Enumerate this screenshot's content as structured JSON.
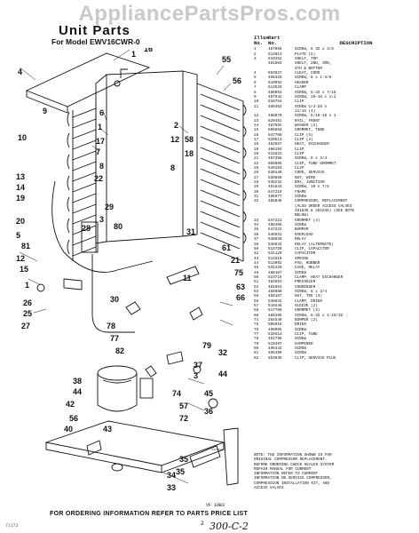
{
  "watermark": "AppliancePartsPros.com",
  "title": "Unit Parts",
  "model": "For Model EWV16CWR-0",
  "table": {
    "head": {
      "illus": "Illus.",
      "no": "No.",
      "part": "Part",
      "part_no": "No.",
      "desc": "DESCRIPTION"
    },
    "rows": [
      [
        "1",
        "487969",
        "SCREW, 8 32 x 3/8"
      ],
      [
        "2",
        "513614",
        "PLATE (5)"
      ],
      [
        "3",
        "519252",
        "SHELF, TOP"
      ],
      [
        "",
        "481804",
        "SHELF, 2ND, 3RD,"
      ],
      [
        "",
        "",
        "4TH & BOTTOM"
      ],
      [
        "4",
        "653037",
        "CLEAT, CORD"
      ],
      [
        "5",
        "488325",
        "SCREW, 8 x 1-3/8"
      ],
      [
        "6",
        "510992",
        "HEADER"
      ],
      [
        "7",
        "513529",
        "CLAMP"
      ],
      [
        "8",
        "488054",
        "SCREW, 8-32 x 7/16"
      ],
      [
        "9",
        "487942",
        "SCREW, 10-16 x 1/2"
      ],
      [
        "10",
        "510754",
        "CLIP"
      ],
      [
        "11",
        "488402",
        "SCREW 1/4-28 x"
      ],
      [
        "",
        "",
        "11/16 (4)"
      ],
      [
        "12",
        "488870",
        "SCREW, 5/16-18 x 1"
      ],
      [
        "13",
        "520451",
        "RAIL, FRONT"
      ],
      [
        "14",
        "487692",
        "WASHER (2)"
      ],
      [
        "15",
        "506884",
        "GROMMET, TUBE"
      ],
      [
        "16",
        "547708",
        "CLIP (5)"
      ],
      [
        "17",
        "520513",
        "CLIP (4)"
      ],
      [
        "18",
        "482557",
        "HEAT, EXCHANGER"
      ],
      [
        "19",
        "486194",
        "CLIP"
      ],
      [
        "20",
        "515622",
        "CLIP"
      ],
      [
        "21",
        "487358",
        "SCREW, 8 x 3/4"
      ],
      [
        "22",
        "506885",
        "CLIP, TUBE GROMMET"
      ],
      [
        "25",
        "549193",
        "CLIP"
      ],
      [
        "26",
        "549140",
        "CORD, SERVICE"
      ],
      [
        "27",
        "530850",
        "NUT, WIRE"
      ],
      [
        "28",
        "536232",
        "BOX, JUNCTION"
      ],
      [
        "29",
        "481843",
        "SCREW, 10 x 7/8"
      ],
      [
        "30",
        "547219",
        "FRAME"
      ],
      [
        "31",
        "486577",
        "SCREW"
      ],
      [
        "",
        "",
        ""
      ],
      [
        "32",
        "465046",
        "COMPRESSOR, REPLACEMENT"
      ],
      [
        "",
        "",
        "(ALSO ORDER ACCESS VALVES"
      ],
      [
        "",
        "",
        "481835 & 481836) (SEE NOTE"
      ],
      [
        "",
        "",
        "BELOW)"
      ],
      [
        "",
        "",
        ""
      ],
      [
        "33",
        "547221",
        "GROMMET (4)"
      ],
      [
        "34",
        "488406",
        "SCREW"
      ],
      [
        "35",
        "547222",
        "BUMPER"
      ],
      [
        "36",
        "548831",
        "OVERLOAD"
      ],
      [
        "37",
        "548830",
        "RELAY"
      ],
      [
        "38",
        "548834",
        "RELAY (ALTERNATE)"
      ],
      [
        "40",
        "513720",
        "CLIP, CAPACITOR"
      ],
      [
        "42",
        "531129",
        "CAPACITOR"
      ],
      [
        "43",
        "513318",
        "SPRING"
      ],
      [
        "44",
        "513992",
        "PAD, RUBBER"
      ],
      [
        "45",
        "531129",
        "CASE, RELAY"
      ],
      [
        "46",
        "488187",
        "SCREW"
      ],
      [
        "50",
        "523716",
        "CLAMP, HEAT EXCHANGER"
      ],
      [
        "51",
        "481053",
        "PRECOOLER"
      ],
      [
        "52",
        "481054",
        "CONDENSER"
      ],
      [
        "53",
        "488080",
        "SCREW, 8 x 3/4"
      ],
      [
        "55",
        "488187",
        "NUT, TEE (3)"
      ],
      [
        "56",
        "548833",
        "CLAMP, DRIER"
      ],
      [
        "57",
        "510446",
        "SLEEVE (2)"
      ],
      [
        "58",
        "517700",
        "GROMMET (3)"
      ],
      [
        "66",
        "488195",
        "SCREW, 8-32 x 1-25/32"
      ],
      [
        "74",
        "204549",
        "BUMPER (2)"
      ],
      [
        "75",
        "505919",
        "DRIER"
      ],
      [
        "76",
        "488065",
        "SCREW"
      ],
      [
        "77",
        "510414",
        "CLIP, TUBE"
      ],
      [
        "78",
        "481798",
        "SCREW"
      ],
      [
        "79",
        "519497",
        "DAMPENER"
      ],
      [
        "80",
        "486442",
        "SCREW"
      ],
      [
        "81",
        "486499",
        "SCREW"
      ],
      [
        "82",
        "653035",
        "CLIP, SERVICE PLUG"
      ]
    ]
  },
  "note": "NOTE: THE INFORMATION SHOWN IS FOR\nORIGINAL COMPRESSOR REPLACEMENT.\nBEFORE ORDERING CHECK SEALED SYSTEM\nREPAIR MANUAL FOR CURRENT\nINFORMATION REFER TO CURRENT\nINFORMATION ON SERVICE COMPRESSOR,\nCOMPRESSION INSTALLATION KIT, AND\nACCESS VALVES",
  "vf_code": "VF 10B3",
  "footer": "FOR ORDERING INFORMATION REFER TO PARTS PRICE LIST",
  "page_number": "2",
  "handwritten": "300-C-2",
  "corner_code": "71173",
  "callouts": [
    "1",
    "16",
    "55",
    "56",
    "9",
    "4",
    "10",
    "6",
    "1",
    "17",
    "7",
    "8",
    "22",
    "2",
    "12",
    "13",
    "14",
    "19",
    "58",
    "18",
    "8",
    "20",
    "3",
    "29",
    "80",
    "28",
    "5",
    "81",
    "12",
    "15",
    "1",
    "11",
    "31",
    "61",
    "21",
    "75",
    "63",
    "66",
    "26",
    "25",
    "27",
    "30",
    "78",
    "77",
    "82",
    "79",
    "37",
    "3",
    "74",
    "45",
    "36",
    "38",
    "44",
    "42",
    "44",
    "56",
    "57",
    "40",
    "43",
    "72",
    "32",
    "34",
    "33",
    "35",
    "35"
  ]
}
